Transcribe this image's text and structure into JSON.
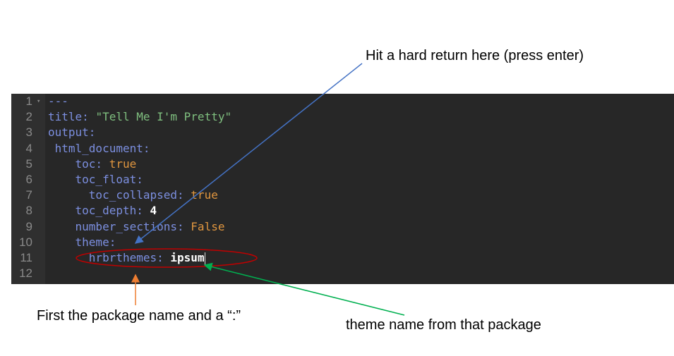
{
  "editor": {
    "lines": [
      {
        "n": "1",
        "fold": "▾",
        "tokens": [
          {
            "t": "---",
            "c": "dash"
          }
        ]
      },
      {
        "n": "2",
        "tokens": [
          {
            "t": "title: ",
            "c": "key"
          },
          {
            "t": "\"Tell Me I'm Pretty\"",
            "c": "str"
          }
        ]
      },
      {
        "n": "3",
        "tokens": [
          {
            "t": "output:",
            "c": "key"
          }
        ]
      },
      {
        "n": "4",
        "tokens": [
          {
            "t": " html_document:",
            "c": "key"
          }
        ]
      },
      {
        "n": "5",
        "tokens": [
          {
            "t": "    toc: ",
            "c": "key"
          },
          {
            "t": "true",
            "c": "bool"
          }
        ]
      },
      {
        "n": "6",
        "tokens": [
          {
            "t": "    toc_float:",
            "c": "key"
          }
        ]
      },
      {
        "n": "7",
        "tokens": [
          {
            "t": "      toc_collapsed: ",
            "c": "key"
          },
          {
            "t": "true",
            "c": "bool"
          }
        ]
      },
      {
        "n": "8",
        "tokens": [
          {
            "t": "    toc_depth: ",
            "c": "key"
          },
          {
            "t": "4",
            "c": "plain"
          }
        ]
      },
      {
        "n": "9",
        "tokens": [
          {
            "t": "    number_sections: ",
            "c": "key"
          },
          {
            "t": "False",
            "c": "bool"
          }
        ]
      },
      {
        "n": "10",
        "tokens": [
          {
            "t": "    theme:",
            "c": "key"
          }
        ]
      },
      {
        "n": "11",
        "tokens": [
          {
            "t": "      hrbrthemes: ",
            "c": "key"
          },
          {
            "t": "ipsum",
            "c": "plain"
          }
        ],
        "cursor": true
      },
      {
        "n": "12",
        "tokens": []
      }
    ]
  },
  "annotations": {
    "hard_return": "Hit a hard return here (press enter)",
    "package_name": "First the package name and a “:”",
    "theme_name": "theme name from that package"
  },
  "colors": {
    "blue_arrow": "#4472c4",
    "green_arrow": "#00b050",
    "orange_arrow": "#ed7d31",
    "red_ellipse": "#c00000"
  }
}
